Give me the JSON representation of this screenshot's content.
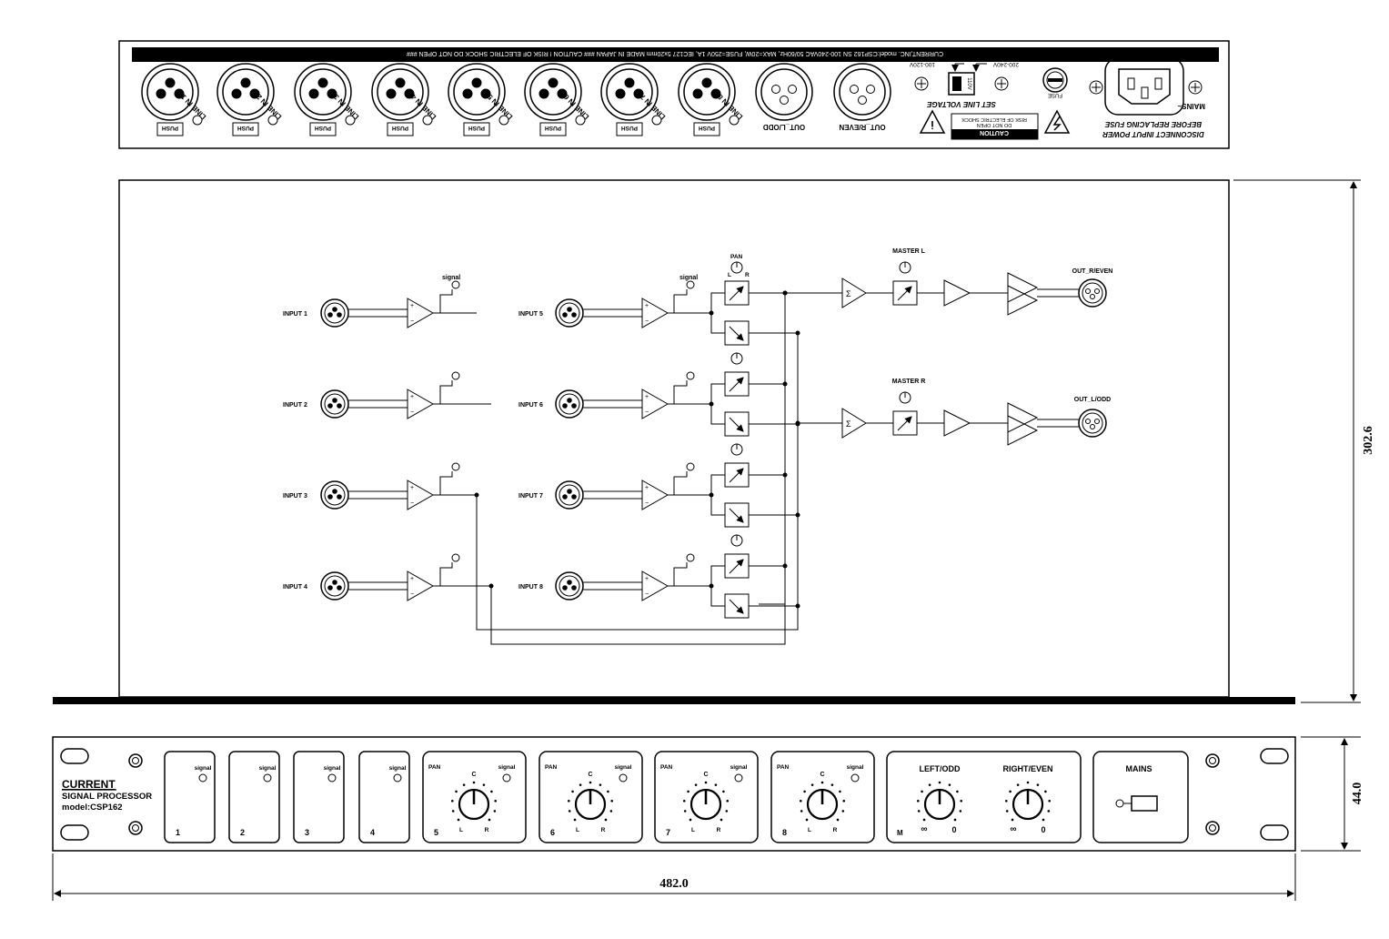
{
  "rear_panel": {
    "warning_banner": "CURRENT,INC.  model:CSP162 SN              100-240VAC 50/60Hz, MAX=20W, FUSE=250V 1A, IEC127 5x20mm MADE IN JAPAN   ### CAUTION ! RISK OF ELECTRIC SHOCK DO NOT OPEN ###",
    "line_inputs": [
      "LINE IN 1",
      "LINE IN 2",
      "LINE IN 3",
      "LINE IN 4",
      "LINE IN 5",
      "LINE IN 6",
      "LINE IN 7",
      "LINE IN 8"
    ],
    "push_label": "PUSH",
    "out_odd": "OUT_L/ODD",
    "out_even": "OUT_R/EVEN",
    "caution_title": "CAUTION",
    "caution_text1": "RISK OF ELECTRIC SHOCK",
    "caution_text2": "DO NOT OPEN",
    "set_line_voltage": "SET LINE VOLTAGE",
    "volt_low": "100-120V",
    "volt_high": "200-240V",
    "volt_switch": "110V",
    "fuse_label": "FUSE",
    "mains_label": "MAINS~",
    "disconnect_line1": "DISCONNECT INPUT POWER",
    "disconnect_line2": "BEFORE REPLACING FUSE"
  },
  "block_diagram": {
    "inputs_left": [
      "INPUT 1",
      "INPUT 2",
      "INPUT 3",
      "INPUT 4"
    ],
    "inputs_right": [
      "INPUT 5",
      "INPUT 6",
      "INPUT 7",
      "INPUT 8"
    ],
    "signal_label": "signal",
    "pan_label": "PAN",
    "pan_l": "L",
    "pan_r": "R",
    "master_l": "MASTER L",
    "master_r": "MASTER R",
    "out_top": "OUT_R/EVEN",
    "out_bottom": "OUT_L/ODD",
    "sum_symbol": "Σ",
    "plus": "+",
    "minus": "−"
  },
  "dimensions": {
    "height_label": "302.6",
    "rack_height_label": "44.0",
    "width_label": "482.0"
  },
  "front_panel": {
    "brand": "CURRENT",
    "product": "SIGNAL PROCESSOR",
    "model": "model:CSP162",
    "channels": [
      "1",
      "2",
      "3",
      "4",
      "5",
      "6",
      "7",
      "8"
    ],
    "signal_label": "signal",
    "pan_label": "PAN",
    "pan_c": "C",
    "pan_l": "L",
    "pan_r": "R",
    "left_odd": "LEFT/ODD",
    "right_even": "RIGHT/EVEN",
    "master_m": "M",
    "inf": "∞",
    "zero": "0",
    "mains": "MAINS"
  }
}
